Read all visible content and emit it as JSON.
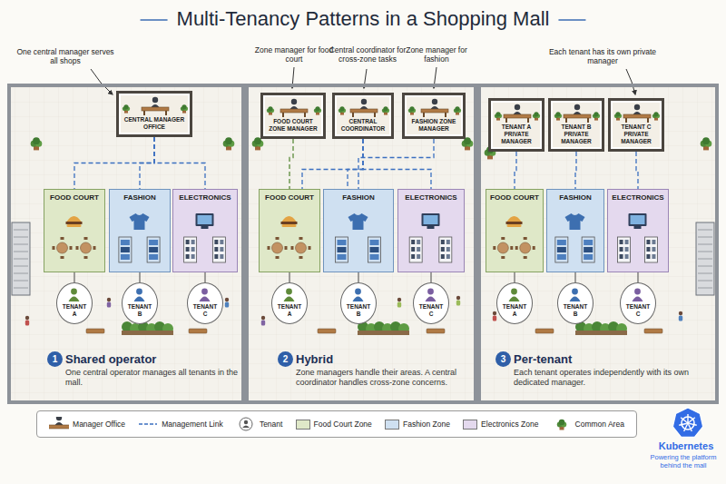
{
  "diagram": {
    "title": "Multi-Tenancy Patterns in a Shopping Mall",
    "nodes": [
      {
        "text": [
          "Shared operator",
          "One central operator manages all tenants in the mall."
        ]
      },
      {
        "text": [
          "CENTRAL MANAGER OFFICE"
        ],
        "in": 0
      },
      {
        "text": [
          "FOOD COURT"
        ],
        "in": 0
      },
      {
        "text": [
          "FASHION"
        ],
        "in": 0
      },
      {
        "text": [
          "ELECTRONICS"
        ],
        "in": 0
      },
      {
        "text": [
          "TENANT A"
        ],
        "in": 0
      },
      {
        "text": [
          "TENANT B"
        ],
        "in": 0
      },
      {
        "text": [
          "TENANT C"
        ],
        "in": 0
      },
      {
        "text": [
          "Hybrid",
          "Zone managers handle their areas. A central coordinator handles cross-zone concerns."
        ]
      },
      {
        "text": [
          "FOOD COURT ZONE MANAGER"
        ],
        "in": 8
      },
      {
        "text": [
          "CENTRAL COORDINATOR"
        ],
        "in": 8
      },
      {
        "text": [
          "FASHION ZONE MANAGER"
        ],
        "in": 8
      },
      {
        "text": [
          "FOOD COURT"
        ],
        "in": 8
      },
      {
        "text": [
          "FASHION"
        ],
        "in": 8
      },
      {
        "text": [
          "ELECTRONICS"
        ],
        "in": 8
      },
      {
        "text": [
          "TENANT A"
        ],
        "in": 8
      },
      {
        "text": [
          "TENANT B"
        ],
        "in": 8
      },
      {
        "text": [
          "TENANT C"
        ],
        "in": 8
      },
      {
        "text": [
          "Per-tenant",
          "Each tenant operates independently with its own dedicated manager."
        ]
      },
      {
        "text": [
          "TENANT A PRIVATE MANAGER"
        ],
        "in": 18
      },
      {
        "text": [
          "TENANT B PRIVATE MANAGER"
        ],
        "in": 18
      },
      {
        "text": [
          "TENANT C PRIVATE MANAGER"
        ],
        "in": 18
      },
      {
        "text": [
          "FOOD COURT"
        ],
        "in": 18
      },
      {
        "text": [
          "FASHION"
        ],
        "in": 18
      },
      {
        "text": [
          "ELECTRONICS"
        ],
        "in": 18
      },
      {
        "text": [
          "TENANT A"
        ],
        "in": 18
      },
      {
        "text": [
          "TENANT B"
        ],
        "in": 18
      },
      {
        "text": [
          "TENANT C"
        ],
        "in": 18
      }
    ],
    "edges": [
      {
        "from": 1,
        "to": 2,
        "arrow": "none"
      },
      {
        "from": 1,
        "to": 3,
        "arrow": "none"
      },
      {
        "from": 1,
        "to": 4,
        "arrow": "none"
      },
      {
        "from": 2,
        "to": 5,
        "arrow": "none"
      },
      {
        "from": 3,
        "to": 6,
        "arrow": "none"
      },
      {
        "from": 4,
        "to": 7,
        "arrow": "none"
      },
      {
        "from": 9,
        "to": 12,
        "arrow": "none"
      },
      {
        "from": 10,
        "to": 12,
        "arrow": "none"
      },
      {
        "from": 10,
        "to": 13,
        "arrow": "none"
      },
      {
        "from": 10,
        "to": 14,
        "arrow": "none"
      },
      {
        "from": 11,
        "to": 13,
        "arrow": "none"
      },
      {
        "from": 12,
        "to": 15,
        "arrow": "none"
      },
      {
        "from": 13,
        "to": 16,
        "arrow": "none"
      },
      {
        "from": 14,
        "to": 17,
        "arrow": "none"
      },
      {
        "from": 19,
        "to": 22,
        "arrow": "none"
      },
      {
        "from": 20,
        "to": 23,
        "arrow": "none"
      },
      {
        "from": 21,
        "to": 24,
        "arrow": "none"
      },
      {
        "from": 22,
        "to": 25,
        "arrow": "none"
      },
      {
        "from": 23,
        "to": 26,
        "arrow": "none"
      },
      {
        "from": 24,
        "to": 27,
        "arrow": "none"
      }
    ],
    "labels": [
      "One central manager serves all shops",
      "Zone manager for food court",
      "Central coordinator for cross-zone tasks",
      "Zone manager for fashion",
      "Each tenant has its own private manager",
      "1",
      "2",
      "3",
      "Kubernetes",
      "Powering the platform behind the mall"
    ],
    "legend": [
      {
        "text": "Manager Office"
      },
      {
        "text": "Management Link"
      },
      {
        "text": "Tenant"
      },
      {
        "text": "Food Court Zone",
        "color": "#dfe8c8"
      },
      {
        "text": "Fashion Zone",
        "color": "#cfe0f1"
      },
      {
        "text": "Electronics Zone",
        "color": "#e4d9ee"
      },
      {
        "text": "Common Area"
      }
    ]
  }
}
